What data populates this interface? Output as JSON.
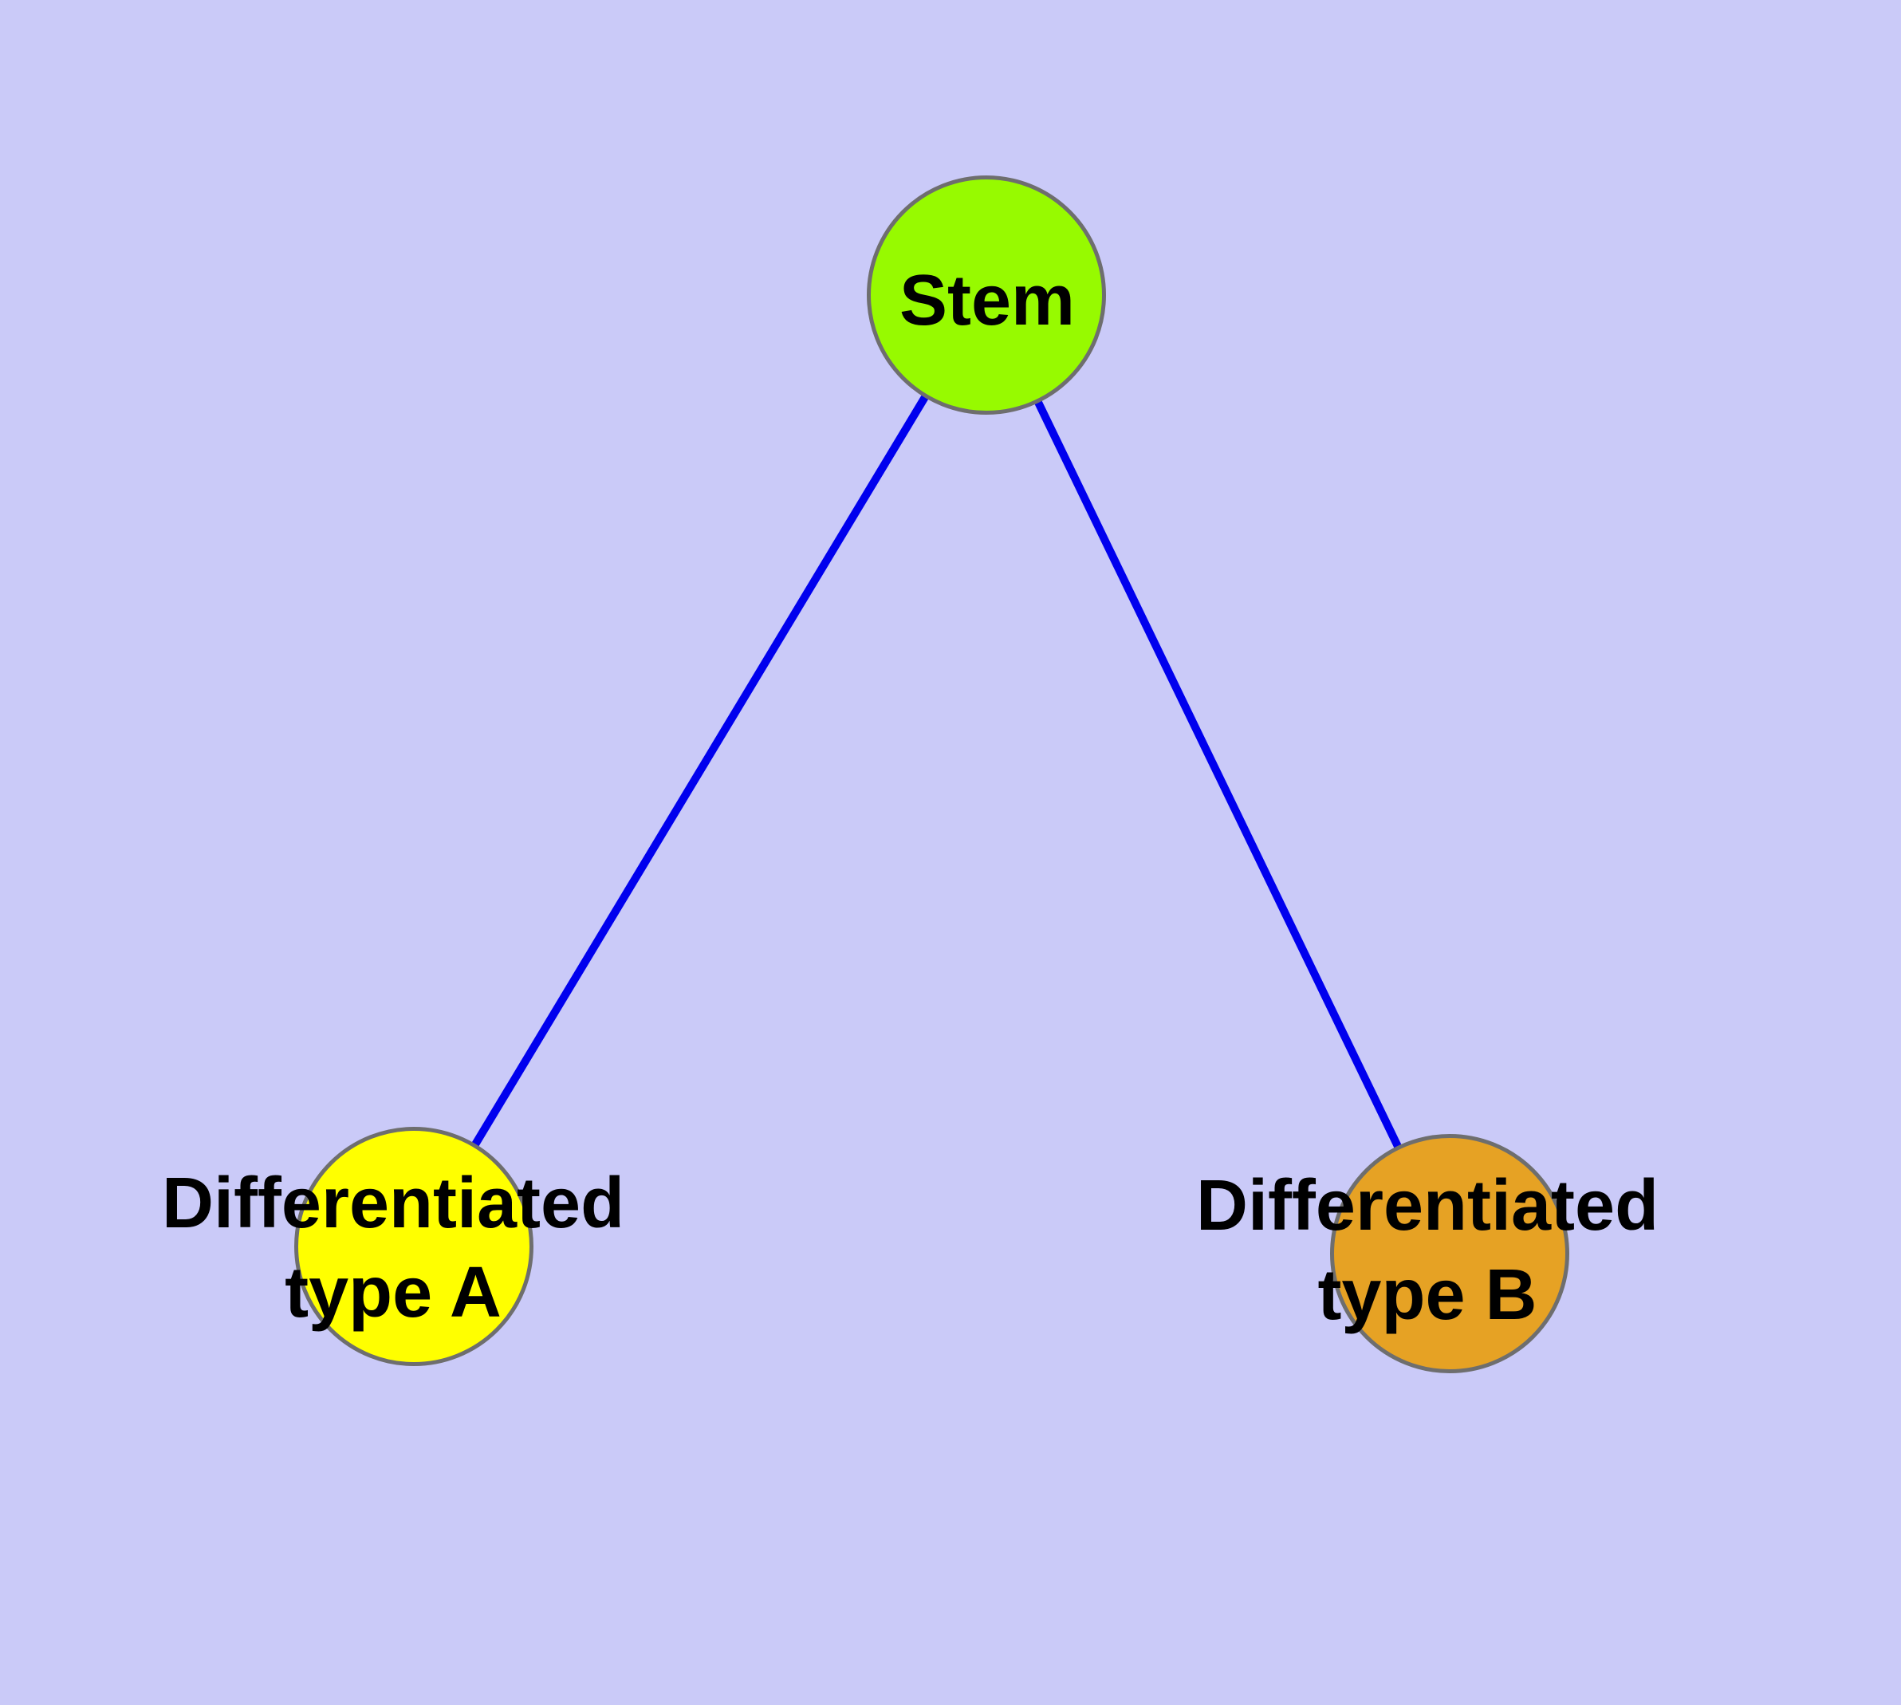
{
  "diagram": {
    "background_color": "#CACAF8",
    "edge_color": "#0000EE",
    "node_border_color": "#6E6E6E",
    "text_color": "#000000",
    "nodes": [
      {
        "id": "stem",
        "label_lines": [
          "Stem"
        ],
        "label": "Stem",
        "fill_color": "#97FA00"
      },
      {
        "id": "differentiated-type-a",
        "label_lines": [
          "Differentiated",
          "type A"
        ],
        "label": "Differentiated type A",
        "fill_color": "#FFFF00"
      },
      {
        "id": "differentiated-type-b",
        "label_lines": [
          "Differentiated",
          "type B"
        ],
        "label": "Differentiated type B",
        "fill_color": "#E6A224"
      }
    ],
    "edges": [
      {
        "from": "stem",
        "to": "differentiated-type-a"
      },
      {
        "from": "stem",
        "to": "differentiated-type-b"
      }
    ]
  }
}
